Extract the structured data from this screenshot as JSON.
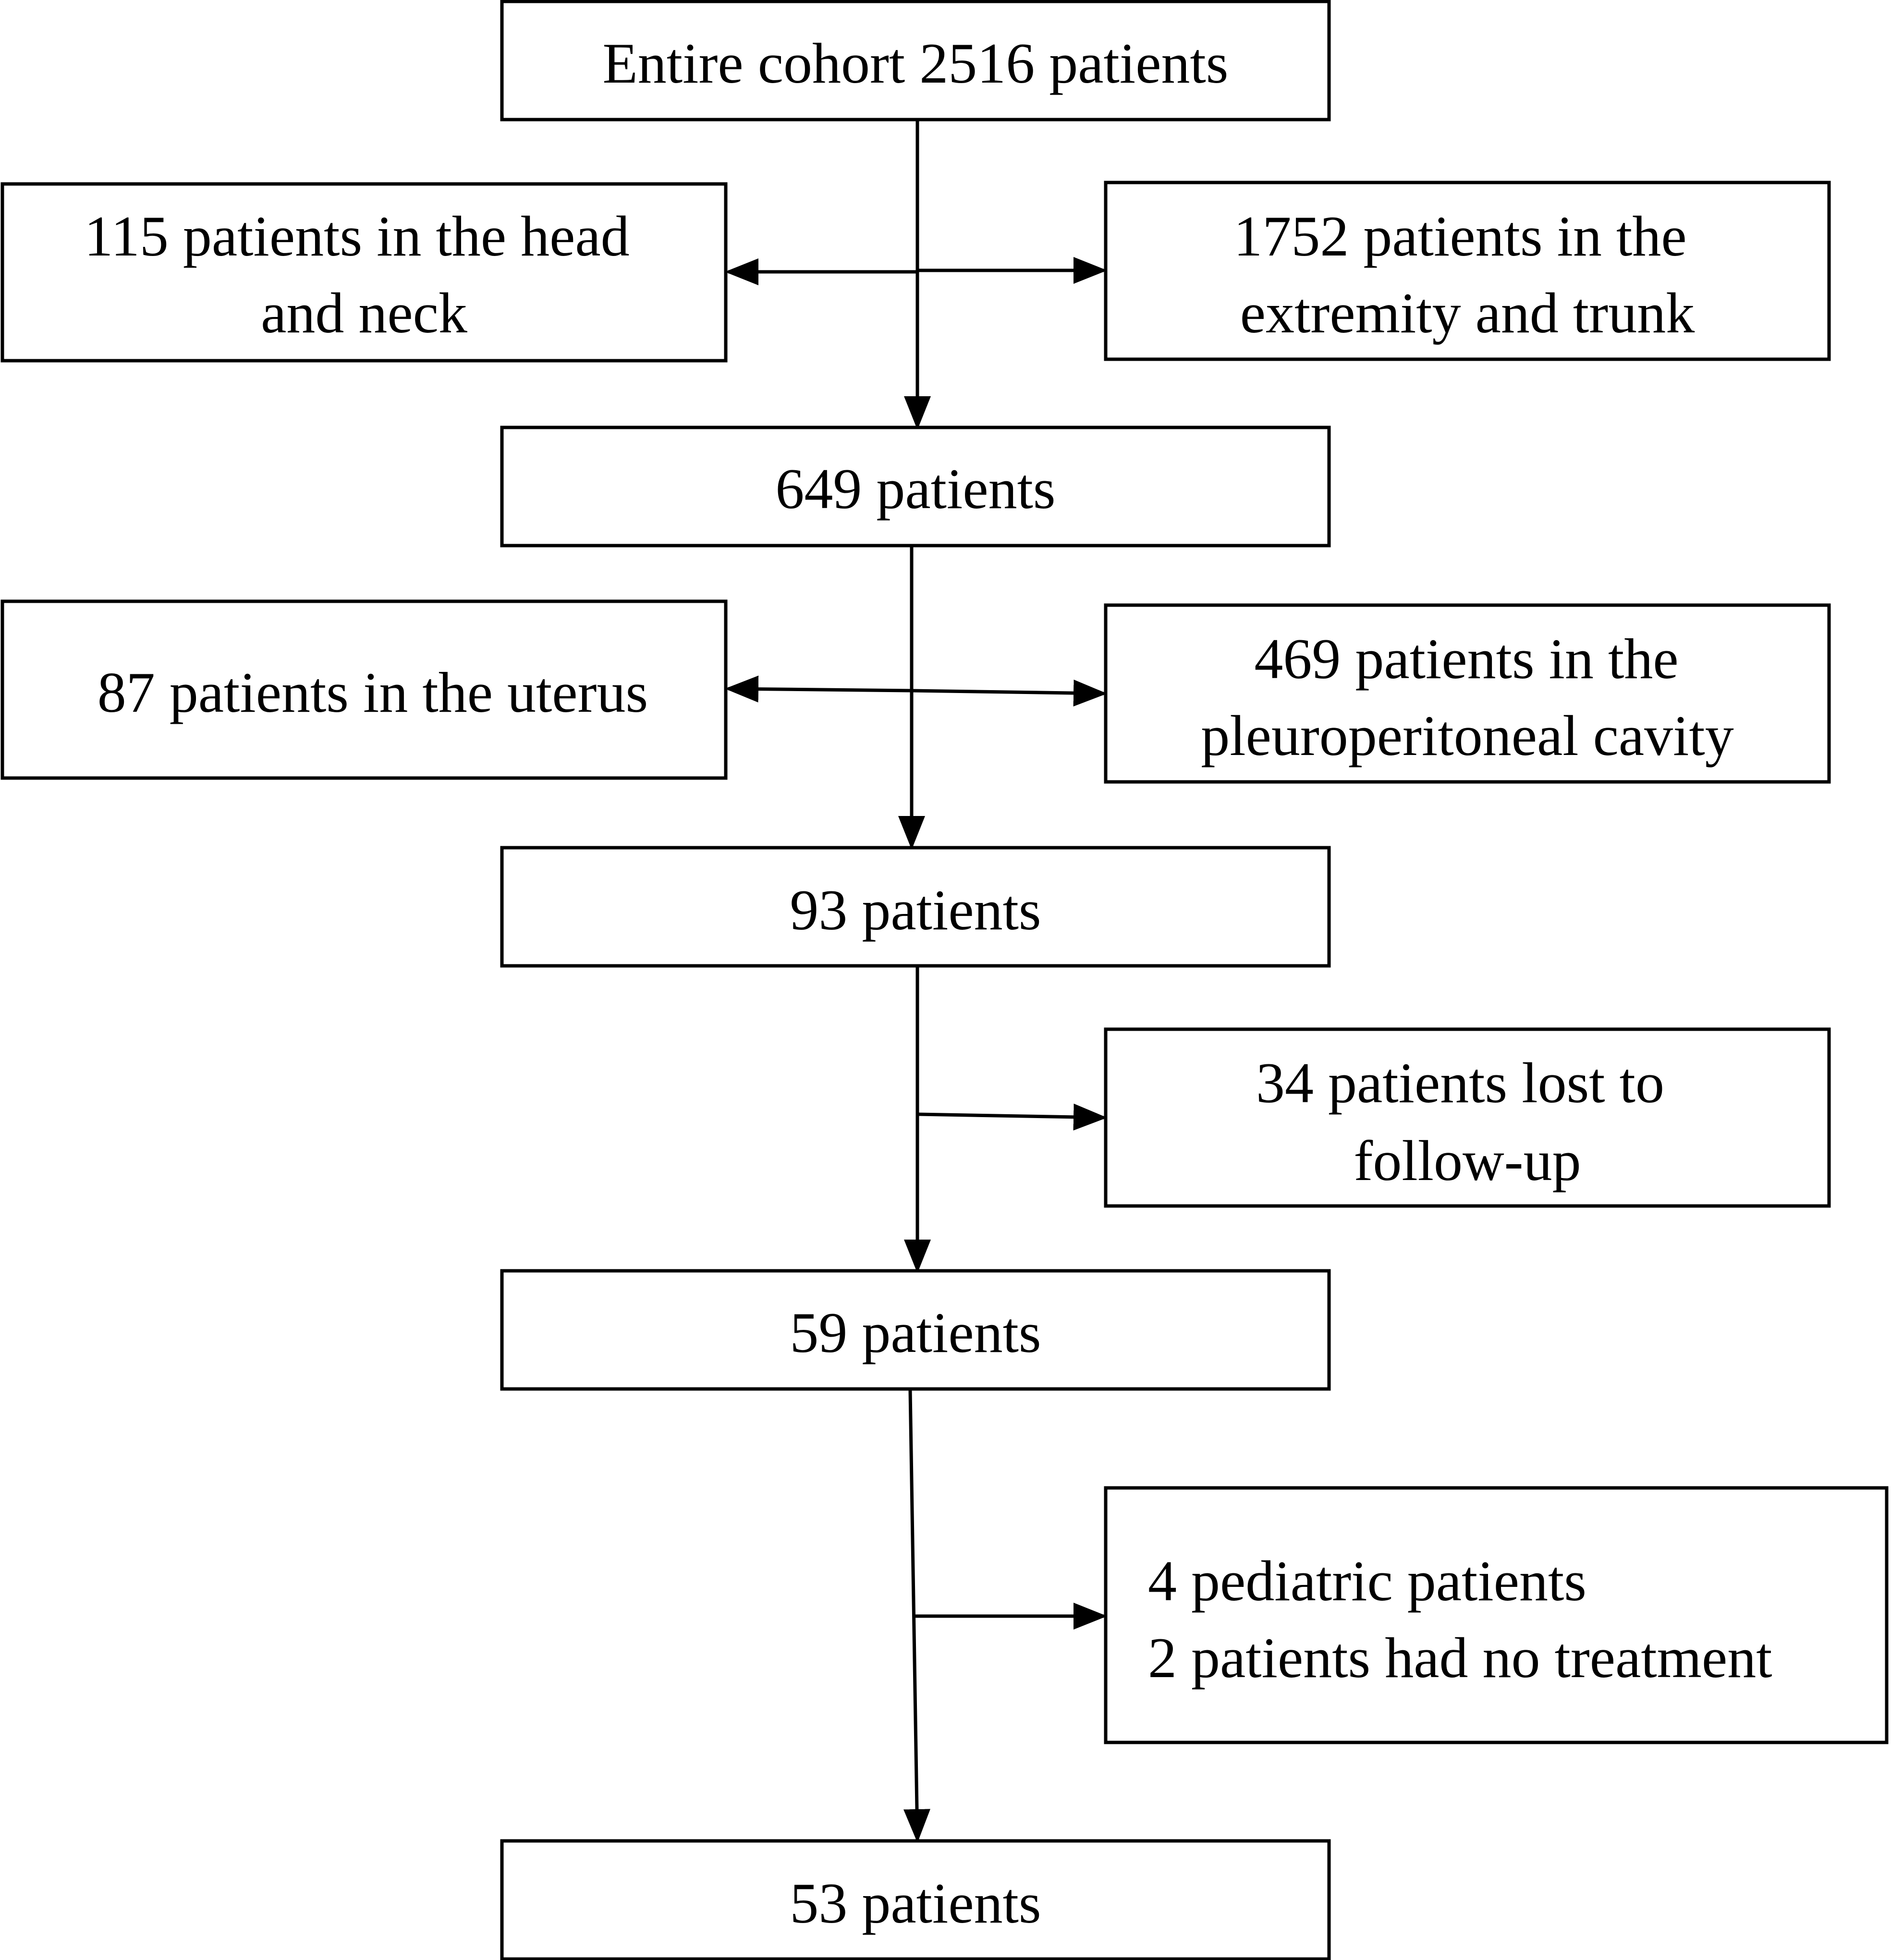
{
  "diagram": {
    "type": "flowchart",
    "colors": {
      "stroke": "#000000",
      "background": "#ffffff",
      "text": "#000000"
    },
    "boxes": {
      "entire_cohort": {
        "lines": [
          "Entire cohort 2516 patients"
        ]
      },
      "head_neck": {
        "lines": [
          "115 patients in the head",
          "and neck"
        ]
      },
      "extremity_trunk": {
        "lines": [
          "1752 patients in the",
          "extremity and trunk"
        ]
      },
      "patients_649": {
        "lines": [
          "649 patients"
        ]
      },
      "uterus": {
        "lines": [
          "87 patients in the uterus"
        ]
      },
      "pleuroperitoneal": {
        "lines": [
          "469 patients in the",
          "pleuroperitoneal cavity"
        ]
      },
      "patients_93": {
        "lines": [
          "93 patients"
        ]
      },
      "lost_follow_up": {
        "lines": [
          "34 patients lost to",
          "follow-up"
        ]
      },
      "patients_59": {
        "lines": [
          "59 patients"
        ]
      },
      "excluded_final": {
        "lines": [
          "4 pediatric patients",
          "2 patients had no treatment"
        ]
      },
      "patients_53": {
        "lines": [
          "53 patients"
        ]
      }
    }
  }
}
